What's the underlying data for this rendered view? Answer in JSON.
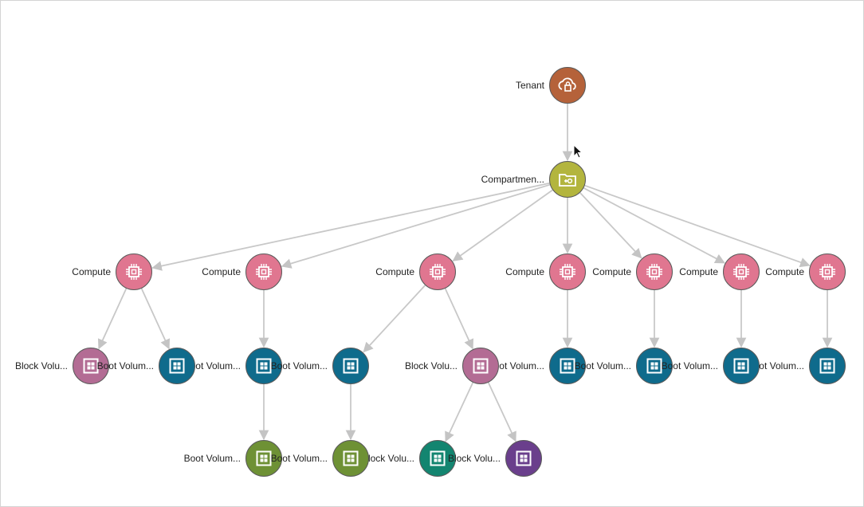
{
  "colors": {
    "tenant": "#b5623a",
    "compartment": "#b3b53e",
    "compute": "#e07690",
    "block_volume": "#b36c94",
    "boot_volume_blue": "#0f6b8c",
    "boot_volume_olive": "#6e9135",
    "boot_volume_green": "#138570",
    "block_volume_purple": "#6a3f8c",
    "edge": "#c8c8c8"
  },
  "nodes": {
    "tenant": {
      "label": "Tenant",
      "icon": "cloud-lock-icon"
    },
    "compartment": {
      "label": "Compartmen...",
      "icon": "folder-settings-icon"
    },
    "compute_1": {
      "label": "Compute",
      "icon": "chip-icon"
    },
    "compute_2": {
      "label": "Compute",
      "icon": "chip-icon"
    },
    "compute_3": {
      "label": "Compute",
      "icon": "chip-icon"
    },
    "compute_4": {
      "label": "Compute",
      "icon": "chip-icon"
    },
    "compute_5": {
      "label": "Compute",
      "icon": "chip-icon"
    },
    "compute_6": {
      "label": "Compute",
      "icon": "chip-icon"
    },
    "compute_7": {
      "label": "Compute",
      "icon": "chip-icon"
    },
    "vol_1": {
      "label": "Block Volu...",
      "icon": "volume-icon"
    },
    "vol_2": {
      "label": "Boot Volum...",
      "icon": "volume-icon"
    },
    "vol_3": {
      "label": "ot Volum...",
      "icon": "volume-icon"
    },
    "vol_4": {
      "label": "Boot Volum...",
      "icon": "volume-icon"
    },
    "vol_5": {
      "label": "Block Volu...",
      "icon": "volume-icon"
    },
    "vol_6": {
      "label": "ot Volum...",
      "icon": "volume-icon"
    },
    "vol_7": {
      "label": "Boot Volum...",
      "icon": "volume-icon"
    },
    "vol_8": {
      "label": "Boot Volum...",
      "icon": "volume-icon"
    },
    "vol_9": {
      "label": "ot Volum...",
      "icon": "volume-icon"
    },
    "vol_10": {
      "label": "",
      "icon": "volume-icon"
    },
    "vol_11": {
      "label": "Boot Volum...",
      "icon": "volume-icon"
    },
    "vol_12": {
      "label": "Boot Volum...",
      "icon": "volume-icon"
    },
    "vol_13": {
      "label": "lock Volu...",
      "icon": "volume-icon"
    },
    "vol_14": {
      "label": "Block Volu...",
      "icon": "volume-icon"
    }
  },
  "edges": [
    [
      "tenant",
      "compartment"
    ],
    [
      "compartment",
      "compute_1"
    ],
    [
      "compartment",
      "compute_2"
    ],
    [
      "compartment",
      "compute_3"
    ],
    [
      "compartment",
      "compute_4"
    ],
    [
      "compartment",
      "compute_5"
    ],
    [
      "compartment",
      "compute_6"
    ],
    [
      "compartment",
      "compute_7"
    ],
    [
      "compute_1",
      "vol_1"
    ],
    [
      "compute_1",
      "vol_2"
    ],
    [
      "compute_2",
      "vol_3"
    ],
    [
      "compute_3",
      "vol_4"
    ],
    [
      "compute_3",
      "vol_5"
    ],
    [
      "compute_4",
      "vol_6"
    ],
    [
      "compute_5",
      "vol_7"
    ],
    [
      "compute_6",
      "vol_8"
    ],
    [
      "compute_7",
      "vol_10"
    ],
    [
      "vol_3",
      "vol_11"
    ],
    [
      "vol_4",
      "vol_12"
    ],
    [
      "vol_5",
      "vol_13"
    ],
    [
      "vol_5",
      "vol_14"
    ]
  ]
}
